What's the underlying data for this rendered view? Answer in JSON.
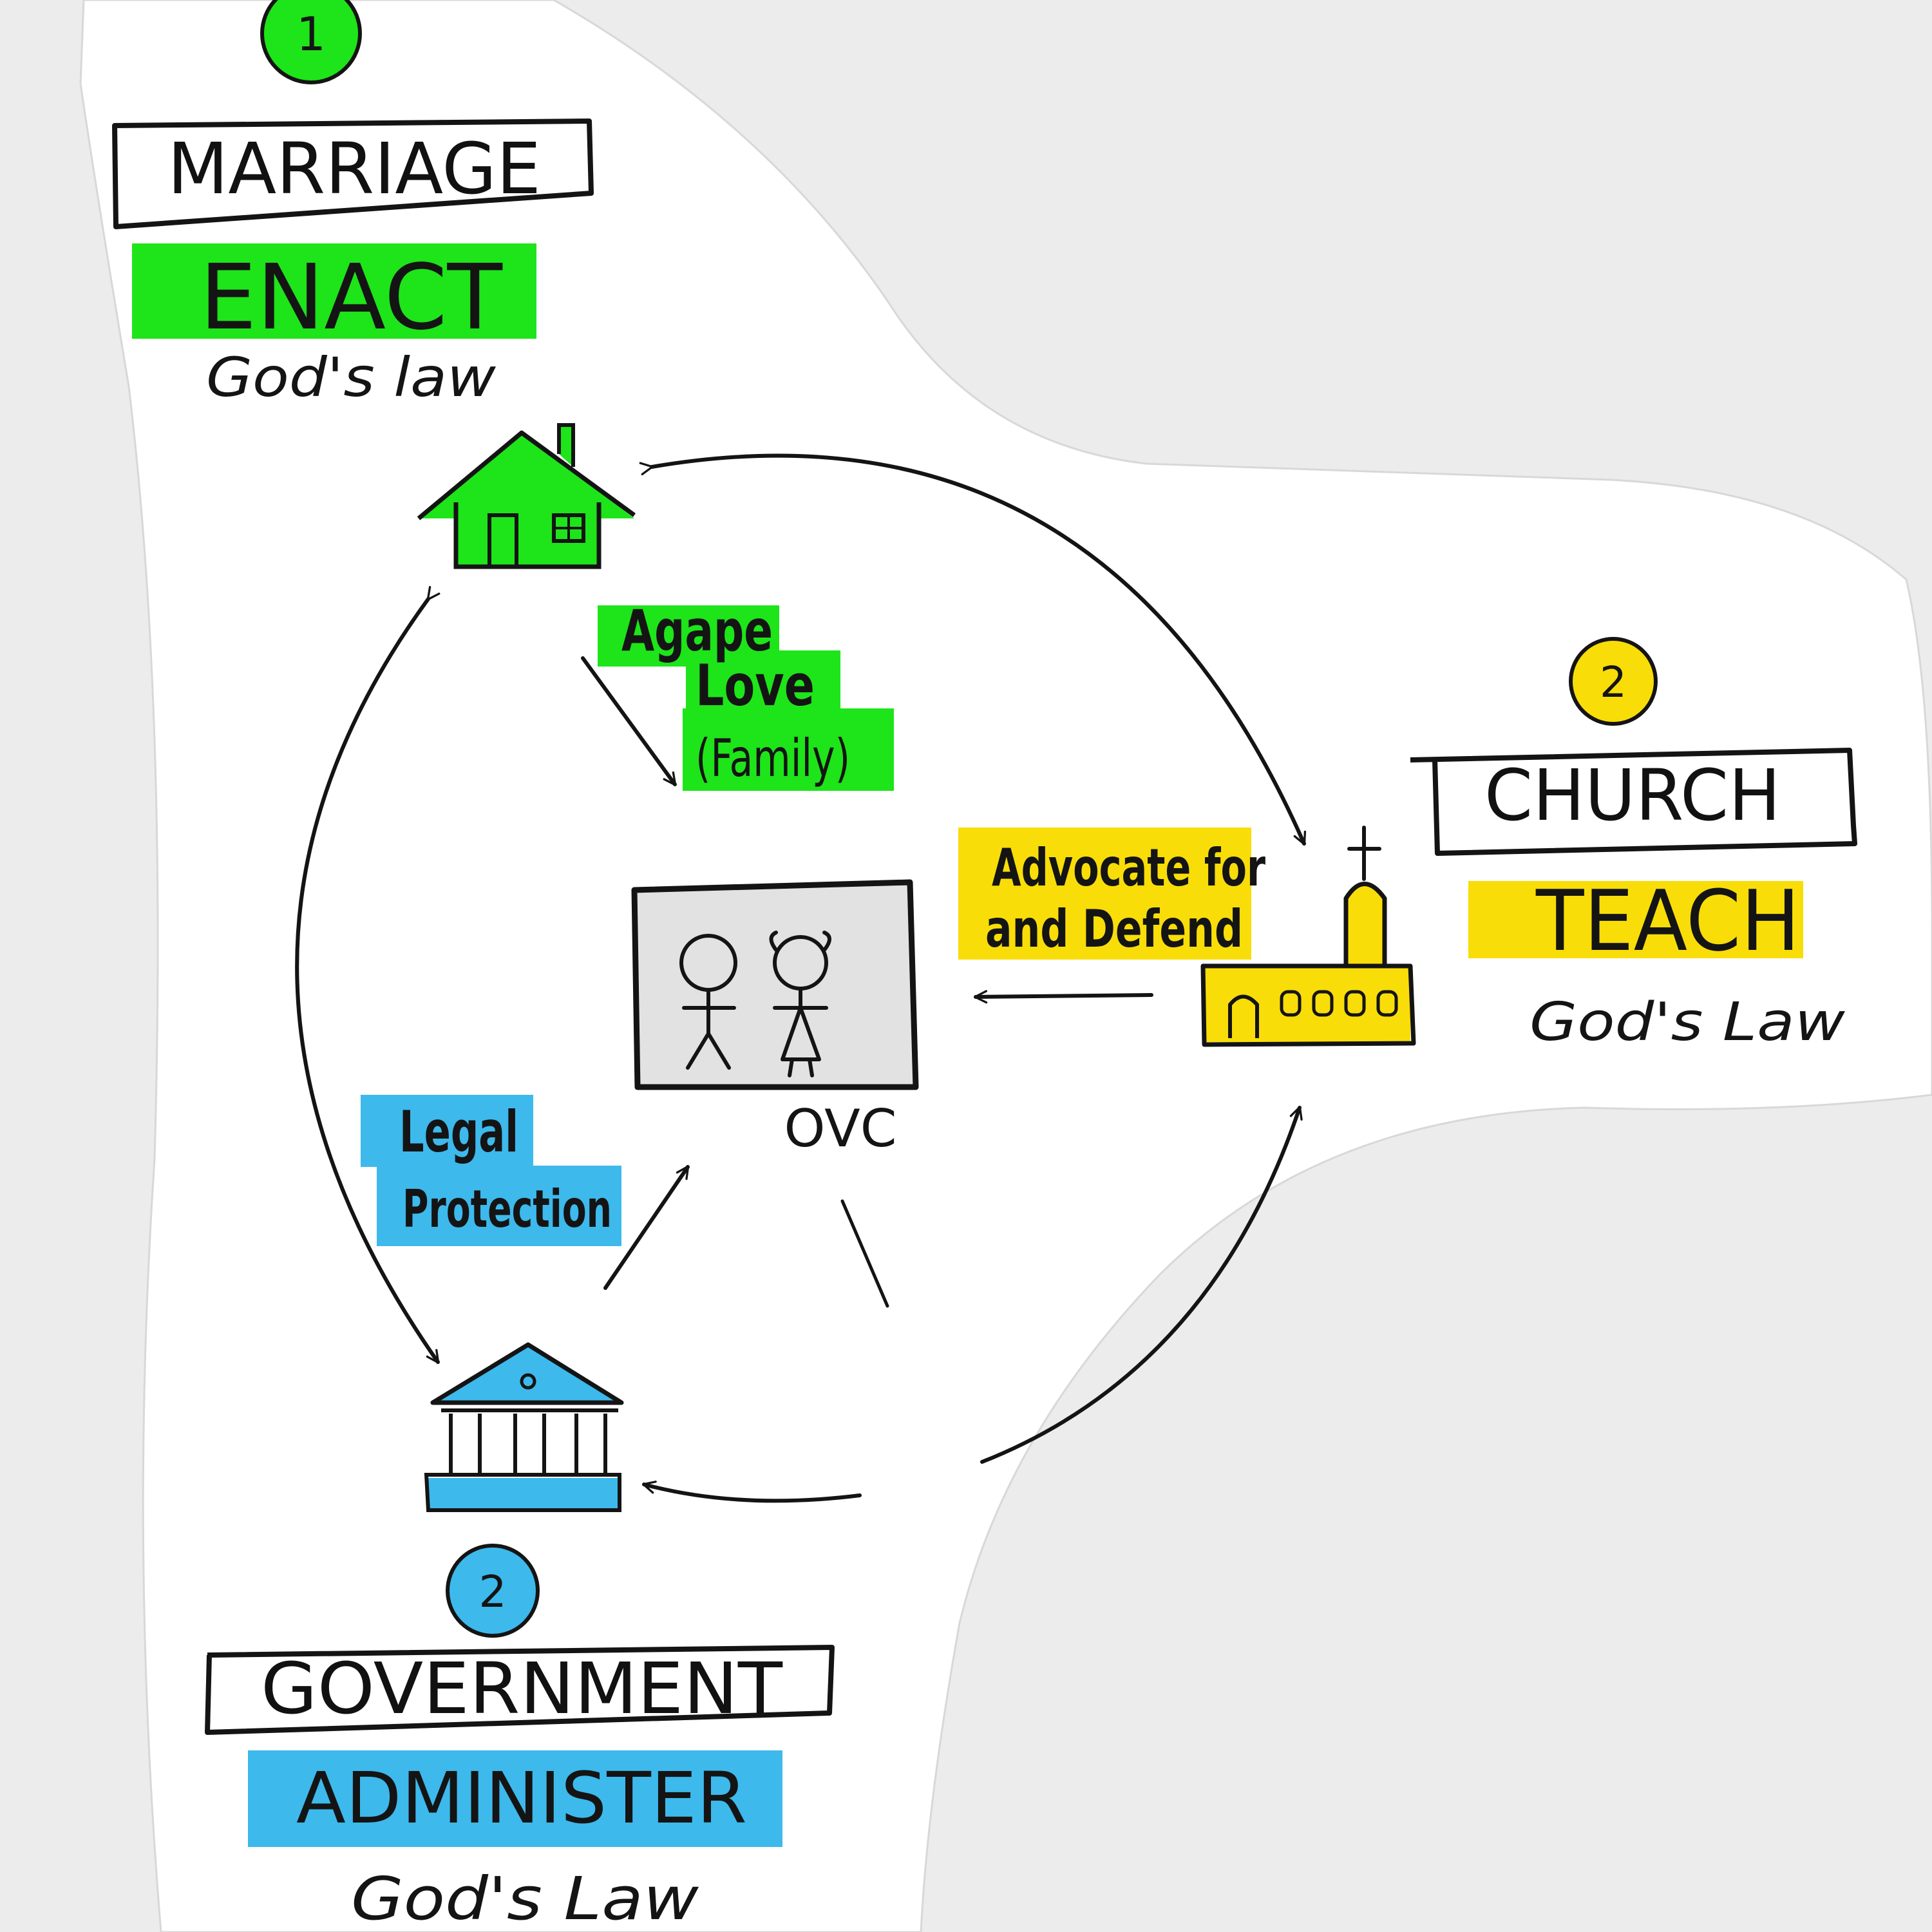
{
  "colors": {
    "background": "#ececec",
    "paper": "#ffffff",
    "ink": "#141414",
    "green": "#1ee41a",
    "yellow": "#f8dd08",
    "blue": "#3db9ec",
    "ovc_fill": "#e2e2e2"
  },
  "marriage": {
    "number": "1",
    "title": "MARRIAGE",
    "action": "ENACT",
    "subtitle": "God's law",
    "icon": "house-icon"
  },
  "church": {
    "number": "2",
    "title": "CHURCH",
    "action": "TEACH",
    "subtitle": "God's Law",
    "icon": "church-icon"
  },
  "government": {
    "number": "2",
    "title": "GOVERNMENT",
    "action": "ADMINISTER",
    "subtitle": "God's Law",
    "icon": "government-building-icon"
  },
  "center": {
    "label": "OVC",
    "icon": "children-icon"
  },
  "notes": {
    "agape_line1": "Agape",
    "agape_line2": "Love",
    "agape_line3": "(Family)",
    "legal_line1": "Legal",
    "legal_line2": "Protection",
    "advocate_line1": "Advocate for",
    "advocate_line2": "and Defend"
  }
}
